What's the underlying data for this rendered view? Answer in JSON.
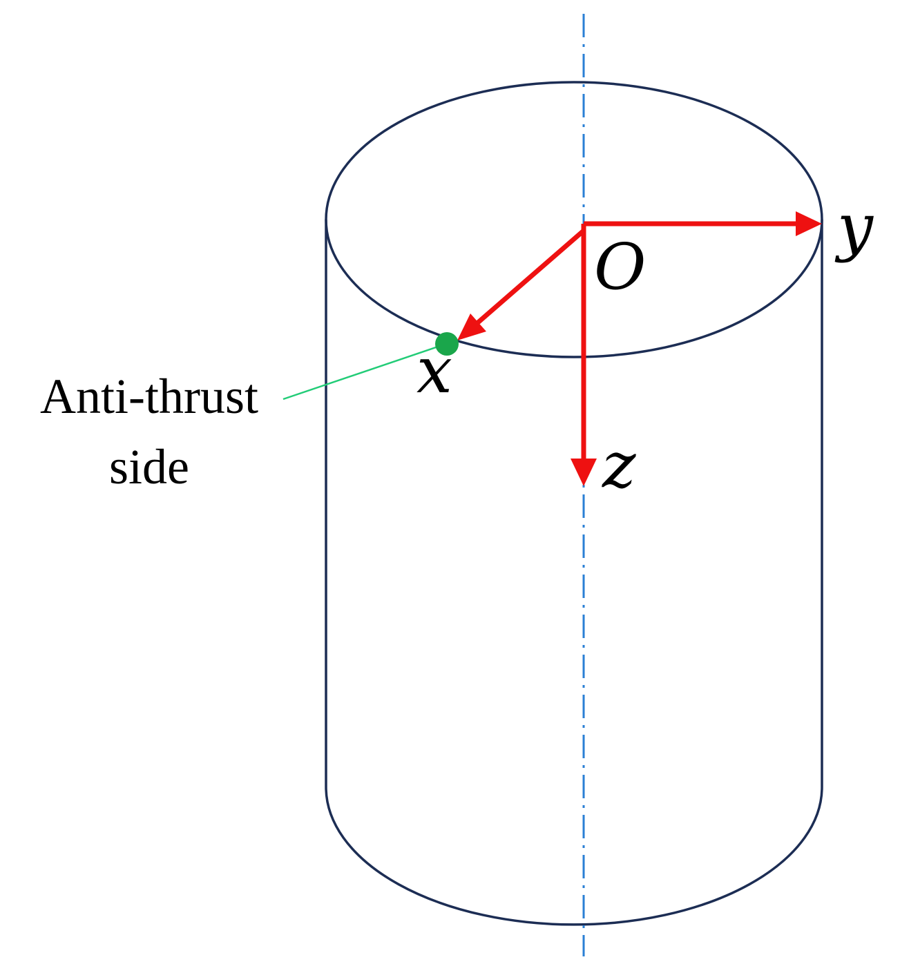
{
  "colors": {
    "outline": "#1c2d54",
    "centerline": "#2a7fd4",
    "arrow": "#ee1111",
    "marker": "#1aa64b",
    "leader": "#22cc77",
    "text": "#000000"
  },
  "labels": {
    "origin": "O",
    "x_axis": "x",
    "y_axis": "y",
    "z_axis": "z",
    "annotation_line1": "Anti-thrust",
    "annotation_line2": "side"
  }
}
